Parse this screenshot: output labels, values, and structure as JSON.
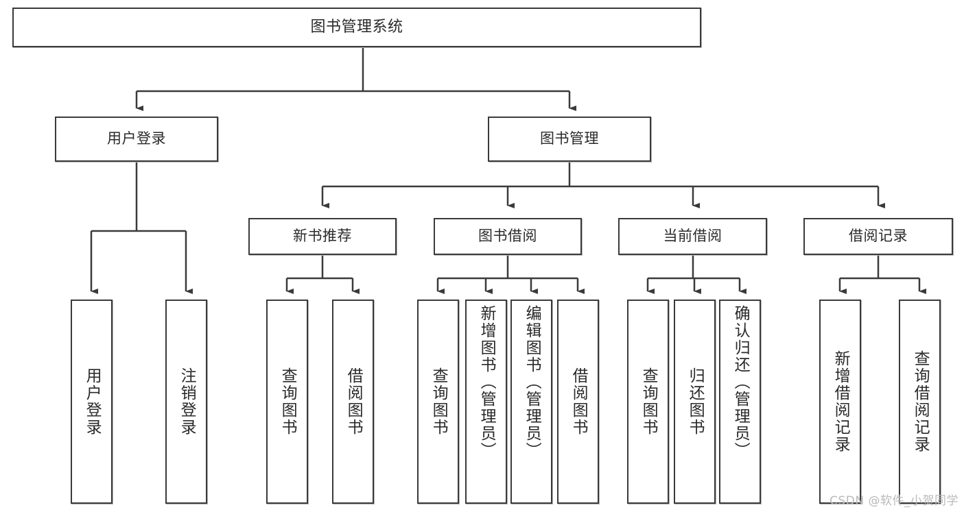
{
  "diagram": {
    "type": "tree-hierarchy-flowchart",
    "title": "图书管理系统",
    "orientation": "top-down",
    "line_color": "#3a3a3a",
    "box_fill": "#ffffff",
    "box_border": "#3a3a3a",
    "text_color": "#2a2a2a",
    "levels": 3
  },
  "root": {
    "label": "图书管理系统"
  },
  "level1": [
    {
      "label": "用户登录"
    },
    {
      "label": "图书管理"
    }
  ],
  "level2": [
    {
      "label": "新书推荐"
    },
    {
      "label": "图书借阅"
    },
    {
      "label": "当前借阅"
    },
    {
      "label": "借阅记录"
    }
  ],
  "leaves": {
    "user_login": [
      {
        "label": "用户登录"
      },
      {
        "label": "注销登录"
      }
    ],
    "new_book_recommend": [
      {
        "label": "查询图书"
      },
      {
        "label": "借阅图书"
      }
    ],
    "book_borrow": [
      {
        "label": "查询图书"
      },
      {
        "label": "新增图书（管理员）"
      },
      {
        "label": "编辑图书（管理员）"
      },
      {
        "label": "借阅图书"
      }
    ],
    "current_borrow": [
      {
        "label": "查询图书"
      },
      {
        "label": "归还图书"
      },
      {
        "label": "确认归还（管理员）"
      }
    ],
    "borrow_record": [
      {
        "label": "新增借阅记录"
      },
      {
        "label": "查询借阅记录"
      }
    ]
  },
  "watermark": {
    "text": "CSDN @软件_小贺同学"
  }
}
